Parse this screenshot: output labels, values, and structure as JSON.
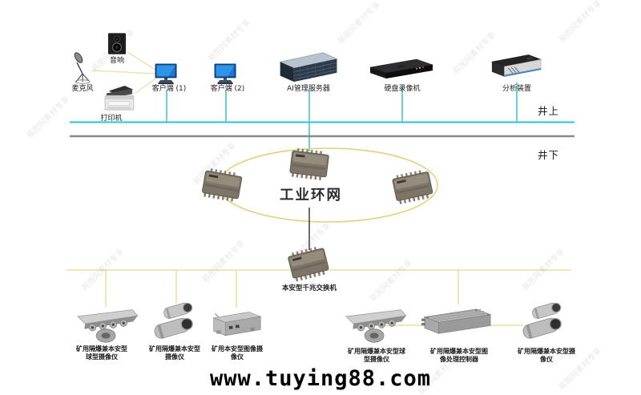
{
  "zones": {
    "surface": "井上",
    "underground": "井下"
  },
  "surface_devices": {
    "speaker": "音响",
    "microphone": "麦克风",
    "printer": "打印机",
    "client1": "客户端 (1)",
    "client2": "客户端 (2)",
    "ai_server": "AI管理服务器",
    "dvr": "硬盘录像机",
    "analyzer": "分析装置"
  },
  "ring": {
    "label": "工业环网"
  },
  "safe_switch": {
    "label": "本安型千兆交换机"
  },
  "cameras": [
    {
      "line1": "矿用隔爆兼本安型",
      "line2": "球型摄像仪"
    },
    {
      "line1": "矿用隔爆兼本安型",
      "line2": "摄像仪"
    },
    {
      "line1": "矿用本安型图像摄",
      "line2": "像仪"
    },
    {
      "line1": "矿用隔爆兼本安型球",
      "line2": "型摄像仪"
    },
    {
      "line1": "矿用隔爆兼本安型图",
      "line2": "像处理控制器"
    },
    {
      "line1": "矿用隔爆兼本安型摄",
      "line2": "像仪"
    }
  ],
  "watermark": {
    "site": "www.tuying88.com",
    "stamp": "易图网素材专享"
  },
  "colors": {
    "cyan": "#43c7d6",
    "pale_yellow": "#e9dfa8",
    "bus_yellow": "#ecdf9c",
    "ring_yellow": "#e3d07c",
    "divider_gray": "#8a8a8a"
  }
}
